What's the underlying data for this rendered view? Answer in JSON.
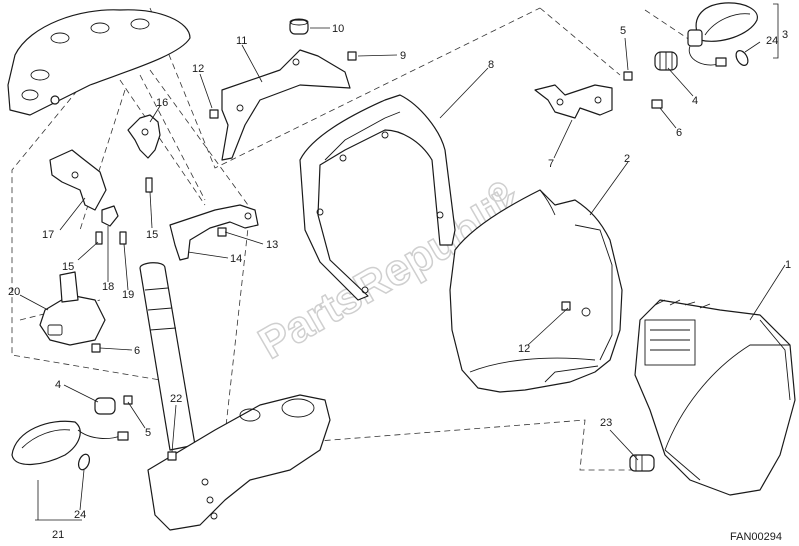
{
  "watermark": "PartsRepublik",
  "drawing_code": "FAN00294",
  "callouts": [
    "1",
    "2",
    "3",
    "4",
    "5",
    "6",
    "7",
    "8",
    "9",
    "10",
    "11",
    "12",
    "13",
    "14",
    "15",
    "16",
    "17",
    "18",
    "19",
    "20",
    "21",
    "22",
    "23",
    "24"
  ]
}
